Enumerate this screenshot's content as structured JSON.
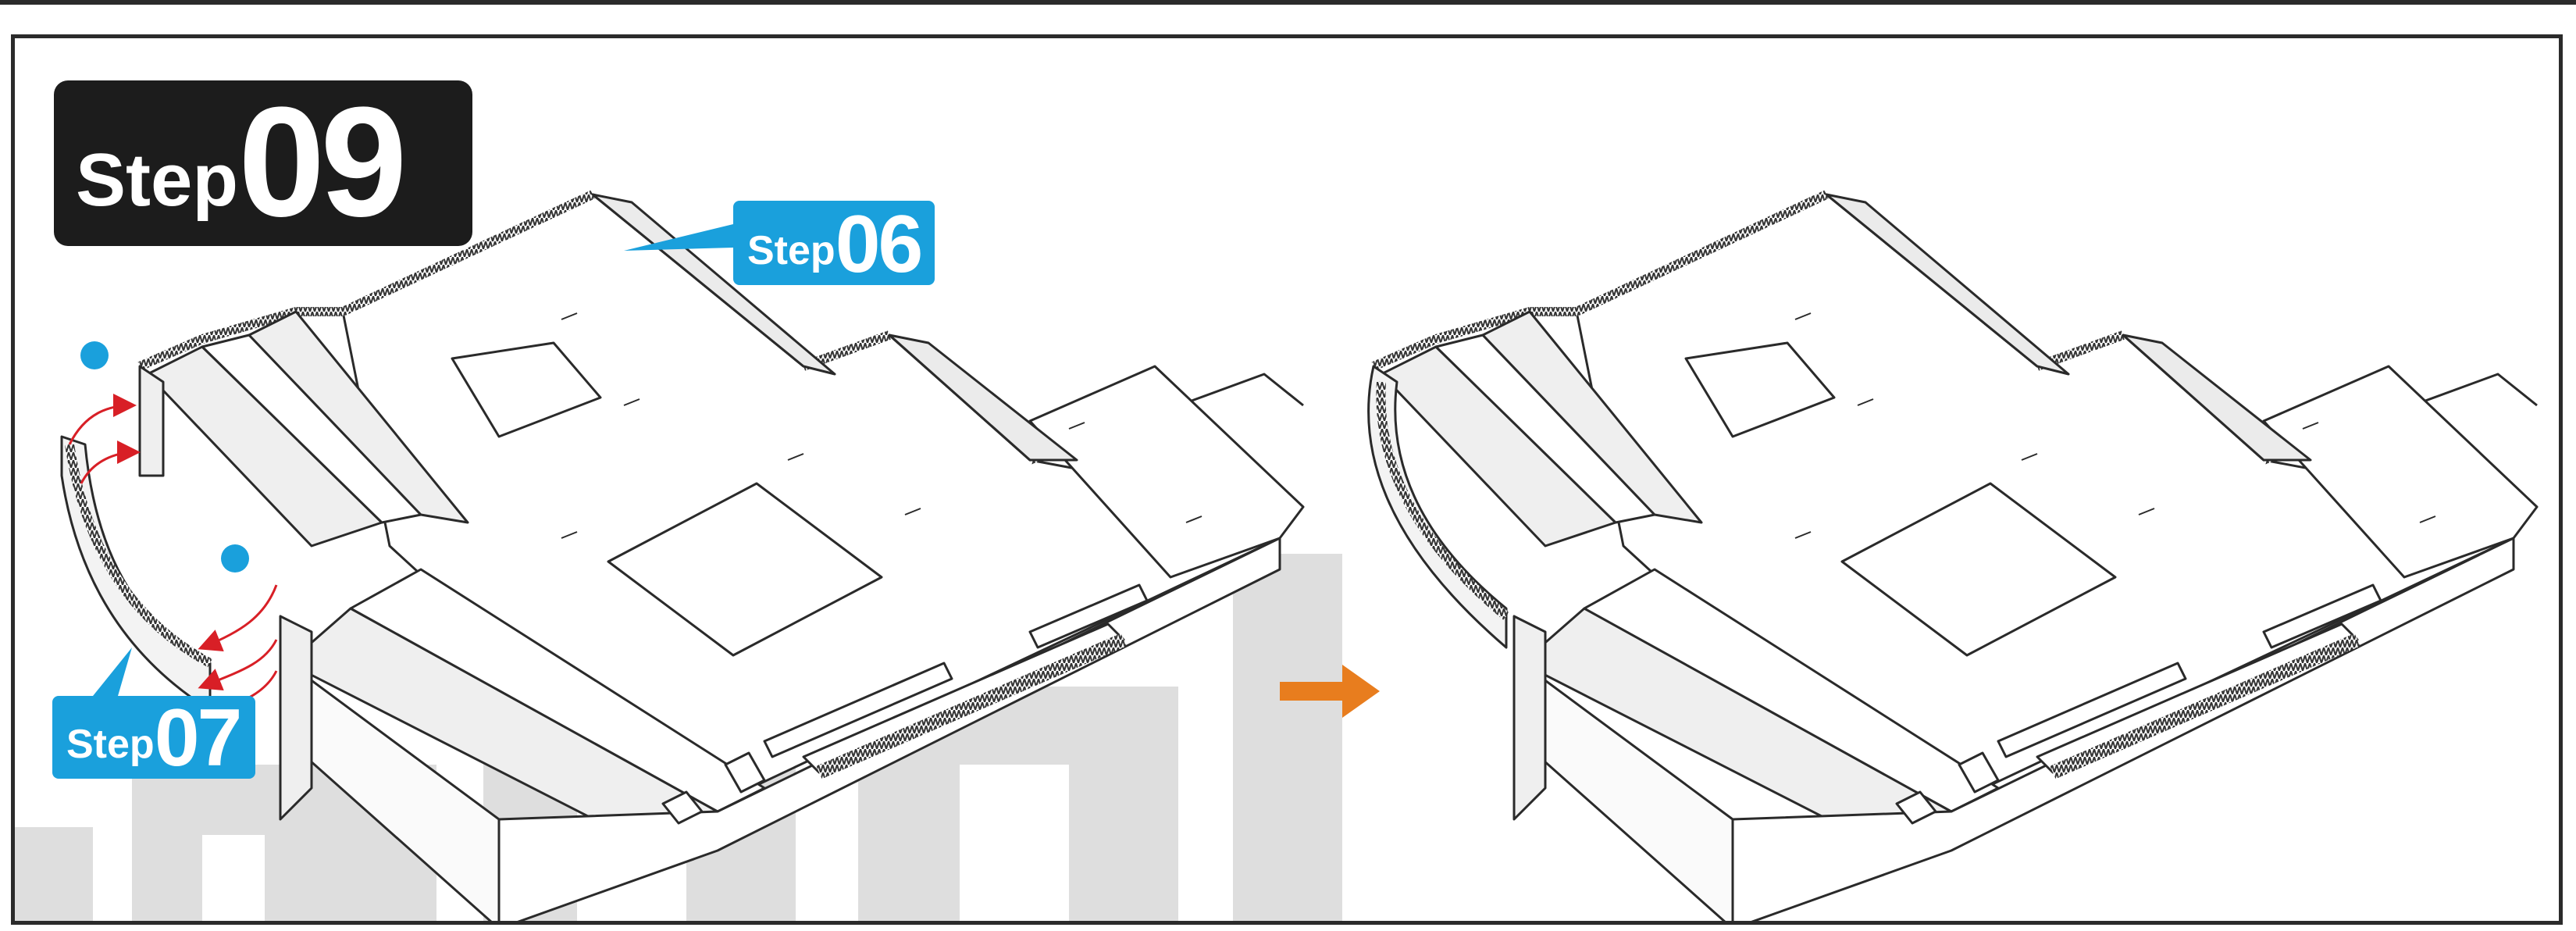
{
  "step": {
    "word": "Step",
    "number": "09"
  },
  "callouts": [
    {
      "word": "Step",
      "number": "06"
    },
    {
      "word": "Step",
      "number": "07"
    }
  ],
  "icons": {
    "arrow": "right-arrow-icon",
    "marker": "blue-dot-icon"
  },
  "colors": {
    "badge_bg": "#1c1c1c",
    "callout": "#1aa0dc",
    "arrow": "#e87d1e",
    "guide_lines": "#d81f26",
    "watermark": "#dcdcdc"
  }
}
